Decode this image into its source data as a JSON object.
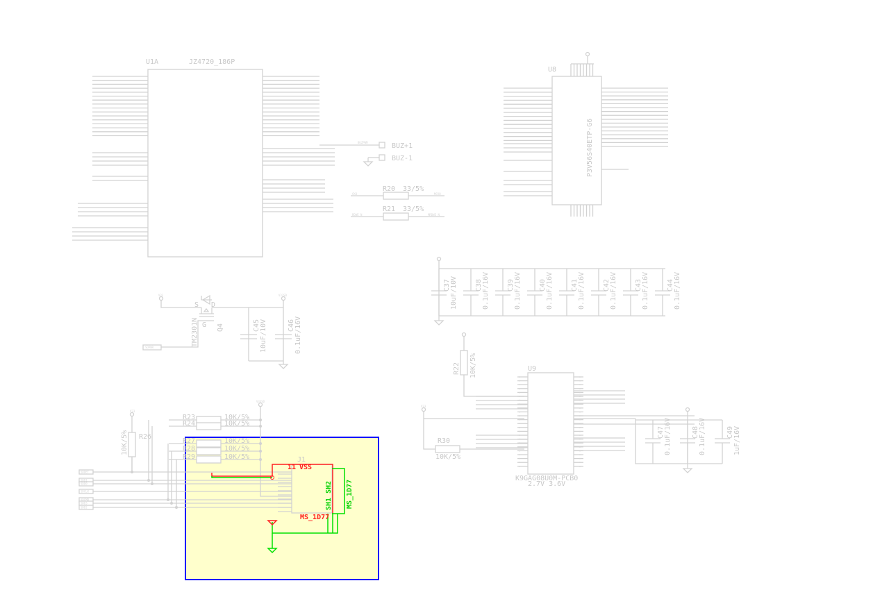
{
  "u1a": {
    "ref": "U1A",
    "value": "JZ4720_186P"
  },
  "buzzer": {
    "net": "BUZPWM",
    "plus": "BUZ+1",
    "minus": "BUZ-1"
  },
  "r20": {
    "ref": "R20",
    "value": "33/5%",
    "left_net": "CKO",
    "right_net": "MCKO"
  },
  "r21": {
    "ref": "R21",
    "value": "33/5%",
    "left_net": "RDWE_N",
    "right_net": "MRDWE_N"
  },
  "u8": {
    "ref": "U8",
    "value": "P3V56S40ETP-G6"
  },
  "caps_row": [
    {
      "ref": "C37",
      "value": "10uF/10V"
    },
    {
      "ref": "C38",
      "value": "0.1uF/16V"
    },
    {
      "ref": "C39",
      "value": "0.1uF/16V"
    },
    {
      "ref": "C40",
      "value": "0.1uF/16V"
    },
    {
      "ref": "C41",
      "value": "0.1uF/16V"
    },
    {
      "ref": "C42",
      "value": "0.1uF/16V"
    },
    {
      "ref": "C43",
      "value": "0.1uF/16V"
    },
    {
      "ref": "C44",
      "value": "0.1uF/16V"
    }
  ],
  "q4": {
    "ref": "Q4",
    "value": "TM2301N",
    "s": "S",
    "g": "G",
    "d": "D",
    "vin": "V33",
    "vout": "V33SD",
    "ctrl": "SDPWR"
  },
  "c45": {
    "ref": "C45",
    "value": "10uF/10V"
  },
  "c46": {
    "ref": "C46",
    "value": "0.1uF/16V"
  },
  "u9": {
    "ref": "U9",
    "value": "K9GAG08U0M-PCB0",
    "voltage": "2.7V  3.6V"
  },
  "r22": {
    "ref": "R22",
    "value": "10K/5%"
  },
  "r30": {
    "ref": "R30",
    "value": "10K/5%",
    "net": "V33"
  },
  "caps_u9": [
    {
      "ref": "C47",
      "value": "0.1uF/16V"
    },
    {
      "ref": "C48",
      "value": "0.1uF/16V"
    },
    {
      "ref": "C49",
      "value": "1uF/16V"
    }
  ],
  "sd": {
    "v33": "V33",
    "v33sd": "V33SD",
    "r26": {
      "ref": "R26",
      "value": "10K/5%"
    },
    "pullups": [
      {
        "ref": "R23",
        "value": "10K/5%"
      },
      {
        "ref": "R24",
        "value": "10K/5%"
      },
      {
        "ref": "R27",
        "value": "10K/5%"
      },
      {
        "ref": "R28",
        "value": "10K/5%"
      },
      {
        "ref": "R29",
        "value": "10K/5%"
      }
    ],
    "j1": {
      "ref": "J1",
      "value_red": "MS_1D77",
      "value_green": "MS_1D77",
      "pin11": "11",
      "vss": "VSS",
      "sh": "SH1 SH2"
    },
    "ports": [
      "SDDET",
      "SDD1",
      "SDD0",
      "SDCLK",
      "SDCMD",
      "SDD3",
      "SDD2"
    ]
  },
  "colors": {
    "wire": "#d2d2d2",
    "selection_fill": "#ffffcc",
    "selection_border": "#0000ff",
    "highlight_red": "#ff2020",
    "highlight_green": "#00e000"
  }
}
